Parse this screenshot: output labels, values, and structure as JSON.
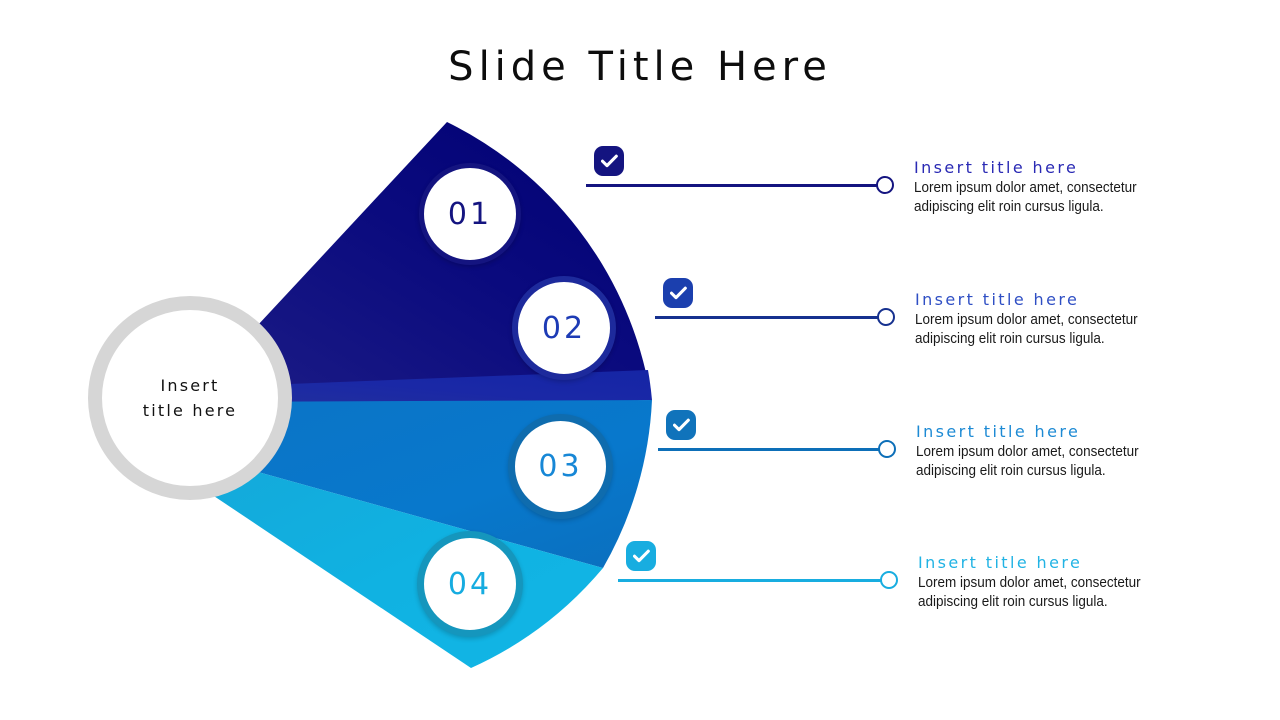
{
  "slide": {
    "title": "Slide Title Here",
    "background_color": "#ffffff"
  },
  "center": {
    "label": "Insert\ntitle here",
    "ring_color": "#d6d6d6",
    "fill_color": "#ffffff",
    "text_color": "#111111"
  },
  "wedges": [
    {
      "index": "01",
      "color": "#000080",
      "number": "01",
      "number_color": "#141480",
      "ring_color": "#141480"
    },
    {
      "index": "02",
      "color": "#1a2aa8",
      "number": "02",
      "number_color": "#1d3bb5",
      "ring_color": "#1d2a9c"
    },
    {
      "index": "03",
      "color": "#0878cc",
      "number": "03",
      "number_color": "#1787d6",
      "ring_color": "#0f6cae"
    },
    {
      "index": "04",
      "color": "#10b2e2",
      "number": "04",
      "number_color": "#16ace0",
      "ring_color": "#1596bd"
    }
  ],
  "callouts": [
    {
      "icon": "check-icon",
      "title": "Insert title here",
      "body": "Lorem ipsum dolor amet, consectetur adipiscing elit roin cursus ligula.",
      "accent_color": "#141480",
      "title_color": "#2a2ab4"
    },
    {
      "icon": "check-icon",
      "title": "Insert title here",
      "body": "Lorem ipsum dolor amet, consectetur adipiscing elit roin cursus ligula.",
      "accent_color": "#16318f",
      "title_color": "#2f4fc4"
    },
    {
      "icon": "check-icon",
      "title": "Insert title here",
      "body": "Lorem ipsum dolor amet, consectetur adipiscing elit roin cursus ligula.",
      "accent_color": "#0d6fb8",
      "title_color": "#1d8ad4"
    },
    {
      "icon": "check-icon",
      "title": "Insert title here",
      "body": "Lorem ipsum dolor amet, consectetur adipiscing elit roin cursus ligula.",
      "accent_color": "#18ade0",
      "title_color": "#21b3e4"
    }
  ]
}
